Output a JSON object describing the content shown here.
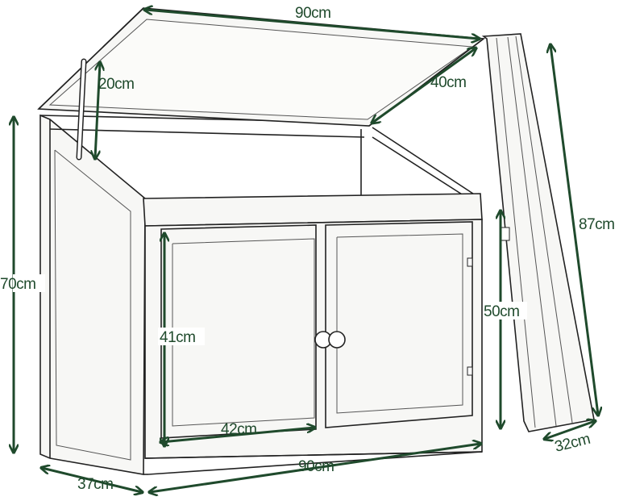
{
  "colors": {
    "dimension": "#1f4a2c",
    "outline": "#222222",
    "background": "#ffffff"
  },
  "dimensions": {
    "lid_width": "90cm",
    "lid_depth": "40cm",
    "prop_rod": "20cm",
    "total_height": "70cm",
    "door_height": "41cm",
    "door_width": "42cm",
    "front_height": "50cm",
    "base_depth": "37cm",
    "base_width": "90cm",
    "side_panel_length": "87cm",
    "side_panel_width": "32cm"
  }
}
